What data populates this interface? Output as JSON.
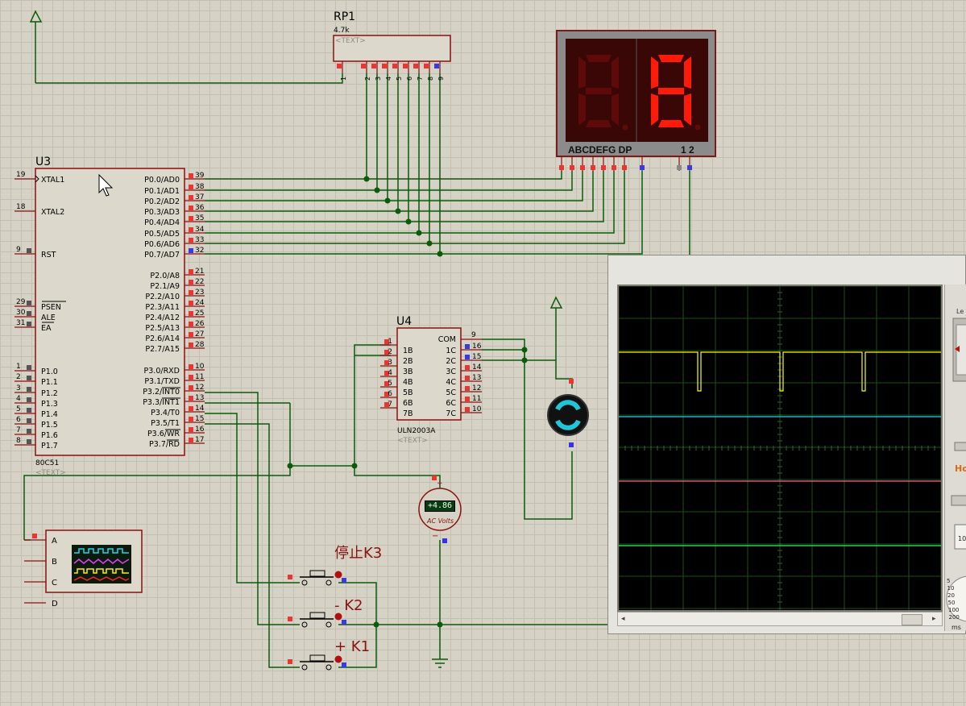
{
  "rp1": {
    "ref": "RP1",
    "value": "4.7k",
    "text": "<TEXT>",
    "pins": [
      "1",
      "2",
      "3",
      "4",
      "5",
      "6",
      "7",
      "8",
      "9"
    ]
  },
  "u3": {
    "ref": "U3",
    "part": "80C51",
    "text": "<TEXT>",
    "left_pins": [
      {
        "num": "19",
        "label": "XTAL1"
      },
      {
        "num": "18",
        "label": "XTAL2"
      },
      {
        "num": "9",
        "label": "RST"
      },
      {
        "num": "29",
        "label": "PSEN"
      },
      {
        "num": "30",
        "label": "ALE"
      },
      {
        "num": "31",
        "label": "EA"
      },
      {
        "num": "1",
        "label": "P1.0"
      },
      {
        "num": "2",
        "label": "P1.1"
      },
      {
        "num": "3",
        "label": "P1.2"
      },
      {
        "num": "4",
        "label": "P1.3"
      },
      {
        "num": "5",
        "label": "P1.4"
      },
      {
        "num": "6",
        "label": "P1.5"
      },
      {
        "num": "7",
        "label": "P1.6"
      },
      {
        "num": "8",
        "label": "P1.7"
      }
    ],
    "right_pins": [
      {
        "num": "39",
        "label": "P0.0/AD0"
      },
      {
        "num": "38",
        "label": "P0.1/AD1"
      },
      {
        "num": "37",
        "label": "P0.2/AD2"
      },
      {
        "num": "36",
        "label": "P0.3/AD3"
      },
      {
        "num": "35",
        "label": "P0.4/AD4"
      },
      {
        "num": "34",
        "label": "P0.5/AD5"
      },
      {
        "num": "33",
        "label": "P0.6/AD6"
      },
      {
        "num": "32",
        "label": "P0.7/AD7"
      },
      {
        "num": "21",
        "label": "P2.0/A8"
      },
      {
        "num": "22",
        "label": "P2.1/A9"
      },
      {
        "num": "23",
        "label": "P2.2/A10"
      },
      {
        "num": "24",
        "label": "P2.3/A11"
      },
      {
        "num": "25",
        "label": "P2.4/A12"
      },
      {
        "num": "26",
        "label": "P2.5/A13"
      },
      {
        "num": "27",
        "label": "P2.6/A14"
      },
      {
        "num": "28",
        "label": "P2.7/A15"
      },
      {
        "num": "10",
        "label": "P3.0/RXD"
      },
      {
        "num": "11",
        "label": "P3.1/TXD"
      },
      {
        "num": "12",
        "label": "P3.2/INT0"
      },
      {
        "num": "13",
        "label": "P3.3/INT1"
      },
      {
        "num": "14",
        "label": "P3.4/T0"
      },
      {
        "num": "15",
        "label": "P3.5/T1"
      },
      {
        "num": "16",
        "label": "P3.6/WR"
      },
      {
        "num": "17",
        "label": "P3.7/RD"
      }
    ]
  },
  "u4": {
    "ref": "U4",
    "part": "ULN2003A",
    "text": "<TEXT>",
    "left_pins": [
      {
        "num": "1",
        "label": "1B"
      },
      {
        "num": "2",
        "label": "2B"
      },
      {
        "num": "3",
        "label": "3B"
      },
      {
        "num": "4",
        "label": "4B"
      },
      {
        "num": "5",
        "label": "5B"
      },
      {
        "num": "6",
        "label": "6B"
      },
      {
        "num": "7",
        "label": "7B"
      }
    ],
    "com": {
      "num": "9",
      "label": "COM"
    },
    "right_pins": [
      {
        "num": "16",
        "label": "1C"
      },
      {
        "num": "15",
        "label": "2C"
      },
      {
        "num": "14",
        "label": "3C"
      },
      {
        "num": "13",
        "label": "4C"
      },
      {
        "num": "12",
        "label": "5C"
      },
      {
        "num": "11",
        "label": "6C"
      },
      {
        "num": "10",
        "label": "7C"
      }
    ]
  },
  "display": {
    "pin_label": "ABCDEFG  DP",
    "digits_label": "1 2",
    "digit2_char": "8",
    "on_color": "#ff1a0a",
    "off_color": "#5e0a0a"
  },
  "meter": {
    "value": "+4.86",
    "label": "AC Volts"
  },
  "logic_analyzer": {
    "channels": [
      "A",
      "B",
      "C",
      "D"
    ]
  },
  "buttons": [
    {
      "label": "停止K3"
    },
    {
      "label": "- K2"
    },
    {
      "label": "+ K1"
    }
  ],
  "oscilloscope": {
    "trace_colors": [
      "#ffff00",
      "#22d3ee",
      "#ff6688",
      "#22ff66"
    ],
    "side_labels": [
      "Le",
      "Ho",
      "10",
      "ms"
    ],
    "side_scale": [
      "5",
      "10",
      "20",
      "50",
      "100",
      "200"
    ]
  }
}
